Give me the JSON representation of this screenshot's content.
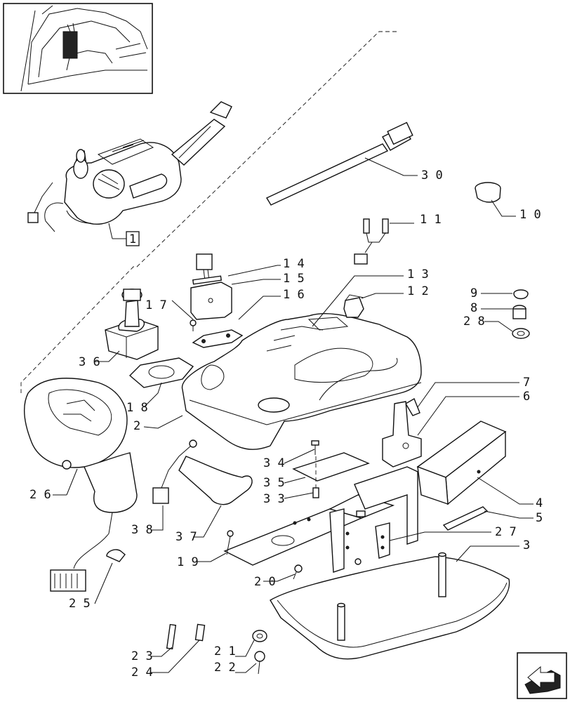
{
  "diagram": {
    "ref_box_label": "1",
    "callouts": [
      {
        "id": "30",
        "text": "3 0"
      },
      {
        "id": "10",
        "text": "1 0"
      },
      {
        "id": "11",
        "text": "1 1"
      },
      {
        "id": "13",
        "text": "1 3"
      },
      {
        "id": "12",
        "text": "1 2"
      },
      {
        "id": "14",
        "text": "1 4"
      },
      {
        "id": "15",
        "text": "1 5"
      },
      {
        "id": "16",
        "text": "1 6"
      },
      {
        "id": "17",
        "text": "1 7"
      },
      {
        "id": "9",
        "text": "9"
      },
      {
        "id": "8",
        "text": "8"
      },
      {
        "id": "28",
        "text": "2 8"
      },
      {
        "id": "36",
        "text": "3 6"
      },
      {
        "id": "18",
        "text": "1 8"
      },
      {
        "id": "2",
        "text": "2"
      },
      {
        "id": "7",
        "text": "7"
      },
      {
        "id": "6",
        "text": "6"
      },
      {
        "id": "26",
        "text": "2 6"
      },
      {
        "id": "34",
        "text": "3 4"
      },
      {
        "id": "35",
        "text": "3 5"
      },
      {
        "id": "33",
        "text": "3 3"
      },
      {
        "id": "4",
        "text": "4"
      },
      {
        "id": "5",
        "text": "5"
      },
      {
        "id": "27",
        "text": "2 7"
      },
      {
        "id": "3",
        "text": "3"
      },
      {
        "id": "38",
        "text": "3 8"
      },
      {
        "id": "37",
        "text": "3 7"
      },
      {
        "id": "19",
        "text": "1 9"
      },
      {
        "id": "20",
        "text": "2 0"
      },
      {
        "id": "25",
        "text": "2 5"
      },
      {
        "id": "23",
        "text": "2 3"
      },
      {
        "id": "24",
        "text": "2 4"
      },
      {
        "id": "21",
        "text": "2 1"
      },
      {
        "id": "22",
        "text": "2 2"
      }
    ]
  }
}
